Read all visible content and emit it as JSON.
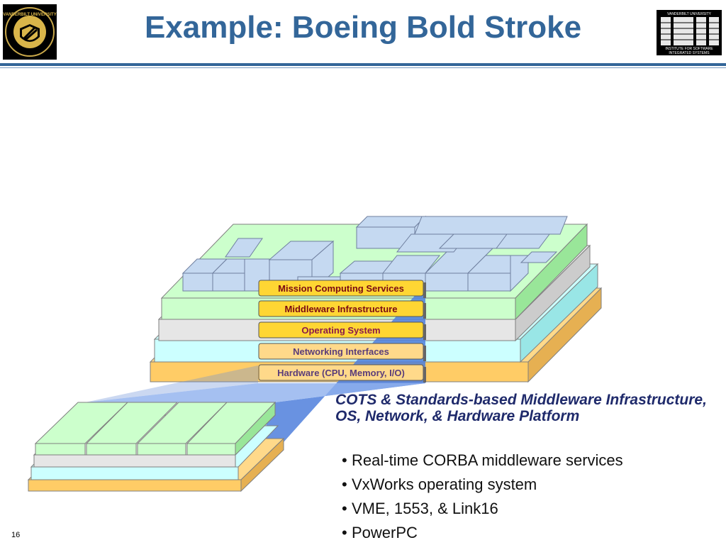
{
  "slide": {
    "title": "Example: Boeing Bold Stroke",
    "page_number": "16"
  },
  "logos": {
    "left": {
      "icon": "vanderbilt-seal-icon",
      "text": "VANDERBILT UNIVERSITY"
    },
    "right": {
      "icon": "isis-logo-icon",
      "top_text": "VANDERBILT UNIVERSITY",
      "bottom_line1": "INSTITUTE FOR SOFTWARE",
      "bottom_line2": "INTEGRATED SYSTEMS"
    }
  },
  "stack": {
    "layers": [
      {
        "label": "Mission Computing Services",
        "text_color": "#7a0a12"
      },
      {
        "label": "Middleware Infrastructure",
        "text_color": "#7a0a12"
      },
      {
        "label": "Operating System",
        "text_color": "#8a1a4a"
      },
      {
        "label": "Networking Interfaces",
        "text_color": "#5a3d7a"
      },
      {
        "label": "Hardware (CPU, Memory, I/O)",
        "text_color": "#5a3d7a"
      }
    ]
  },
  "caption": "COTS & Standards-based Middleware Infrastructure, OS, Network, & Hardware Platform",
  "bullets": [
    "Real-time CORBA middleware services",
    "VxWorks operating system",
    "VME, 1553, & Link16",
    "PowerPC"
  ],
  "colors": {
    "title": "#336699",
    "caption": "#1f2a6b",
    "green_layer": "#ccffcc",
    "gray_layer": "#e6e6e6",
    "cyan_layer": "#ccffff",
    "orange_layer": "#ffd98a",
    "blue_blocks": "#c5d9f1",
    "label_fill": "#ffd633",
    "projection": "#4f7fdc"
  }
}
